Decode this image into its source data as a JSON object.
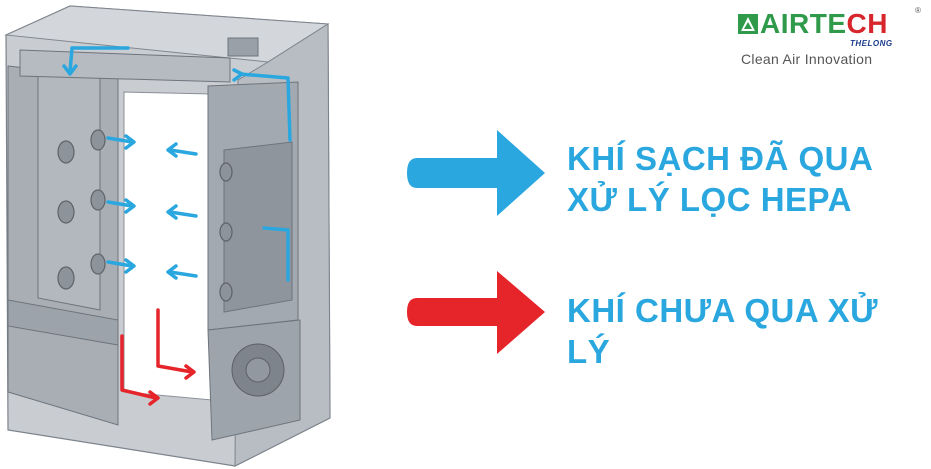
{
  "logo": {
    "name": "AIRTECH",
    "registered": "®",
    "sub_brand": "THELONG",
    "tagline": "Clean Air Innovation",
    "brand_green": "#2e9a4a",
    "brand_red": "#d7262c"
  },
  "legend": [
    {
      "label": "KHÍ SẠCH ĐÃ QUA XỬ LÝ LỌC HEPA",
      "color": "#2aa7df",
      "icon": "right-arrow-icon"
    },
    {
      "label": "KHÍ CHƯA QUA XỬ LÝ",
      "color": "#e5252a",
      "icon": "right-arrow-icon"
    }
  ],
  "diagram": {
    "subject": "air-shower-cabin",
    "clean_air_color": "#2aa7df",
    "unfiltered_air_color": "#e5252a",
    "body_color": "#a6abb2"
  }
}
